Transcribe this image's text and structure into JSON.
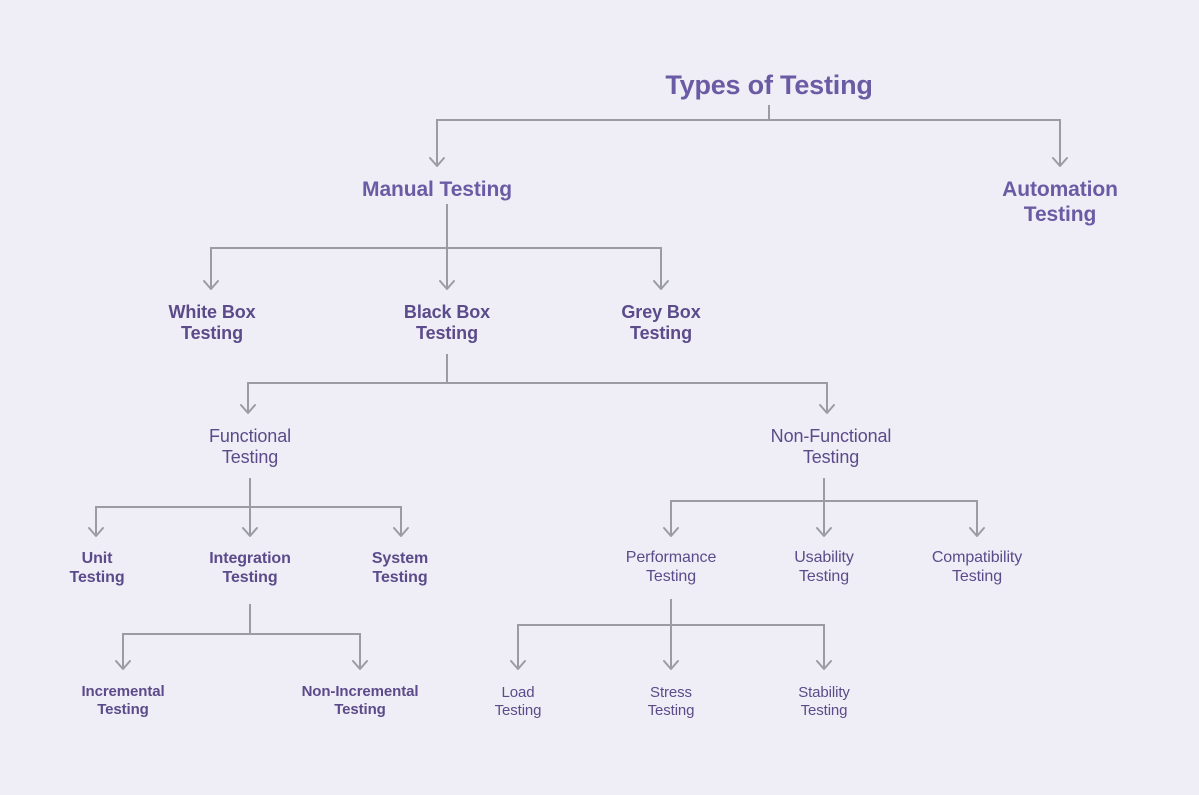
{
  "diagram": {
    "title": "Types of Testing",
    "background_color": "#efeef6",
    "title_color": "#6b5ba4",
    "node_text_color": "#5b4b8a",
    "connector_color": "#9b9ba2",
    "nodes": [
      {
        "id": "root",
        "label": "Types of Testing",
        "level": 0
      },
      {
        "id": "manual",
        "label": "Manual Testing",
        "level": 1
      },
      {
        "id": "automation",
        "label": "Automation\nTesting",
        "level": 1
      },
      {
        "id": "whitebox",
        "label": "White Box\nTesting",
        "level": 2
      },
      {
        "id": "blackbox",
        "label": "Black Box\nTesting",
        "level": 2
      },
      {
        "id": "greybox",
        "label": "Grey Box\nTesting",
        "level": 2
      },
      {
        "id": "functional",
        "label": "Functional\nTesting",
        "level": 3
      },
      {
        "id": "nonfunctional",
        "label": "Non-Functional\nTesting",
        "level": 3
      },
      {
        "id": "unit",
        "label": "Unit\nTesting",
        "level": 4
      },
      {
        "id": "integration",
        "label": "Integration\nTesting",
        "level": 4
      },
      {
        "id": "system",
        "label": "System\nTesting",
        "level": 4
      },
      {
        "id": "performance",
        "label": "Performance\nTesting",
        "level": 4
      },
      {
        "id": "usability",
        "label": "Usability\nTesting",
        "level": 4
      },
      {
        "id": "compatibility",
        "label": "Compatibility\nTesting",
        "level": 4
      },
      {
        "id": "incremental",
        "label": "Incremental\nTesting",
        "level": 5
      },
      {
        "id": "nonincremental",
        "label": "Non-Incremental\nTesting",
        "level": 5
      },
      {
        "id": "load",
        "label": "Load\nTesting",
        "level": 5
      },
      {
        "id": "stress",
        "label": "Stress\nTesting",
        "level": 5
      },
      {
        "id": "stability",
        "label": "Stability\nTesting",
        "level": 5
      }
    ],
    "edges": [
      {
        "from": "root",
        "to": "manual"
      },
      {
        "from": "root",
        "to": "automation"
      },
      {
        "from": "manual",
        "to": "whitebox"
      },
      {
        "from": "manual",
        "to": "blackbox"
      },
      {
        "from": "manual",
        "to": "greybox"
      },
      {
        "from": "blackbox",
        "to": "functional"
      },
      {
        "from": "blackbox",
        "to": "nonfunctional"
      },
      {
        "from": "functional",
        "to": "unit"
      },
      {
        "from": "functional",
        "to": "integration"
      },
      {
        "from": "functional",
        "to": "system"
      },
      {
        "from": "nonfunctional",
        "to": "performance"
      },
      {
        "from": "nonfunctional",
        "to": "usability"
      },
      {
        "from": "nonfunctional",
        "to": "compatibility"
      },
      {
        "from": "integration",
        "to": "incremental"
      },
      {
        "from": "integration",
        "to": "nonincremental"
      },
      {
        "from": "performance",
        "to": "load"
      },
      {
        "from": "performance",
        "to": "stress"
      },
      {
        "from": "performance",
        "to": "stability"
      }
    ]
  }
}
